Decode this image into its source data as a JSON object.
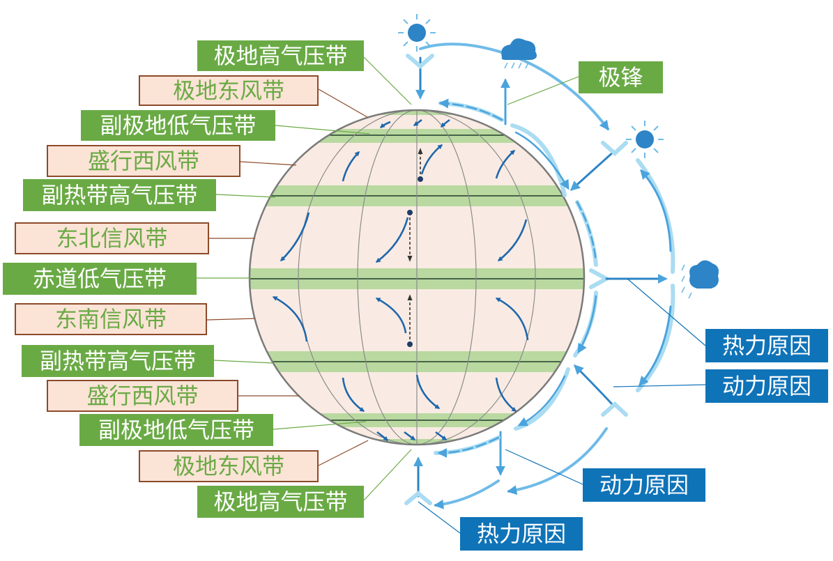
{
  "belts": [
    {
      "kind": "pressure",
      "text": "极地高气压带"
    },
    {
      "kind": "wind",
      "text": "极地东风带"
    },
    {
      "kind": "pressure",
      "text": "副极地低气压带"
    },
    {
      "kind": "wind",
      "text": "盛行西风带"
    },
    {
      "kind": "pressure",
      "text": "副热带高气压带"
    },
    {
      "kind": "wind",
      "text": "东北信风带"
    },
    {
      "kind": "pressure",
      "text": "赤道低气压带"
    },
    {
      "kind": "wind",
      "text": "东南信风带"
    },
    {
      "kind": "pressure",
      "text": "副热带高气压带"
    },
    {
      "kind": "wind",
      "text": "盛行西风带"
    },
    {
      "kind": "pressure",
      "text": "副极地低气压带"
    },
    {
      "kind": "wind",
      "text": "极地东风带"
    },
    {
      "kind": "pressure",
      "text": "极地高气压带"
    }
  ],
  "causes": {
    "polar_front": "极锋",
    "thermal_equator": "热力原因",
    "dynamic_equator": "动力原因",
    "dynamic_south": "动力原因",
    "thermal_south": "热力原因"
  },
  "weather_icons": [
    "sun-icon",
    "cloud-rain-icon",
    "sun-icon",
    "cloud-rain-icon"
  ],
  "colors": {
    "pressure_label_bg": "#6aaa45",
    "wind_label_bg": "#fbe3d6",
    "wind_label_border": "#8c4a2a",
    "wind_label_text": "#6aaa45",
    "cause_label_bg": "#0f73b8",
    "globe_fill": "#f9ebe3",
    "pressure_band": "#b9d9a0",
    "wind_arrow": "#1f67ad",
    "circulation": "#5aafe0",
    "circulation_light": "#aadcf2"
  }
}
